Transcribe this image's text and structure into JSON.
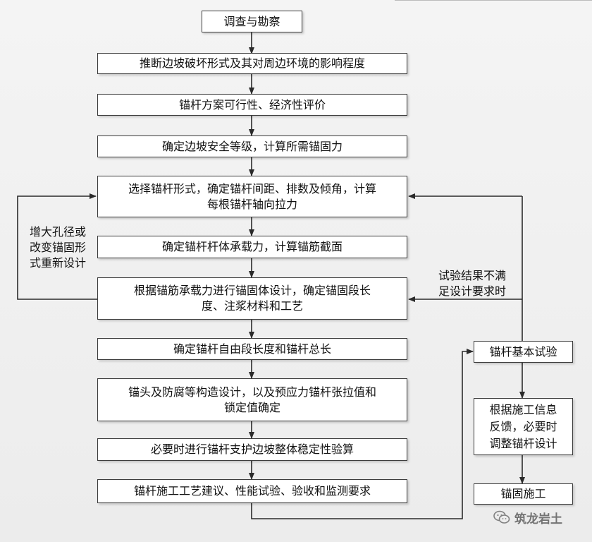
{
  "boxes": {
    "survey": "调查与勘察",
    "failure_mode": "推断边坡破坏形式及其对周边环境的影响程度",
    "feasibility": "锚杆方案可行性、经济性评价",
    "safety_grade": "确定边坡安全等级，计算所需锚固力",
    "select_form": "选择锚杆形式，确定锚杆间距、排数及倾角，计算\n每根锚杆轴向拉力",
    "bearing": "确定锚杆杆体承载力，计算锚筋截面",
    "anchor_design": "根据锚筋承载力进行锚固体设计，确定锚固段长\n度、注浆材料和工艺",
    "free_length": "确定锚杆自由段长度和锚杆总长",
    "head_design": "锚头及防腐等构造设计，以及预应力锚杆张拉值和\n锁定值确定",
    "stability": "必要时进行锚杆支护边坡整体稳定性验算",
    "construction_req": "锚杆施工工艺建议、性能试验、验收和监测要求",
    "basic_test": "锚杆基本试验",
    "adjust": "根据施工信息\n反馈，必要时\n调整锚杆设计",
    "anchoring": "锚固施工"
  },
  "labels": {
    "left_loop": "增大孔径或\n改变锚固形\n式重新设计",
    "right_loop": "试验结果不满\n足设计要求时"
  },
  "watermark": {
    "text": "筑龙岩土",
    "icon": "wechat-icon"
  },
  "colors": {
    "line": "#2b2b2b",
    "box_border": "#3c3c3c",
    "box_fill": "#ffffff"
  }
}
